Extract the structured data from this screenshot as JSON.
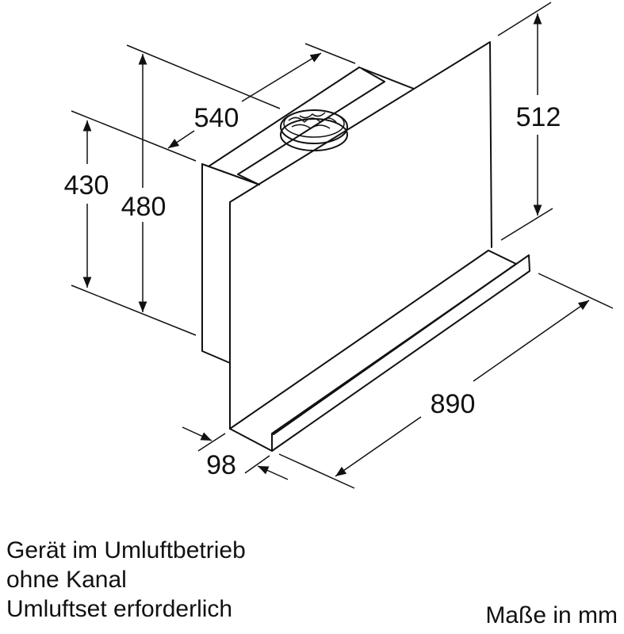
{
  "dimensions": {
    "depth_top": "540",
    "height_back": "430",
    "height_total": "480",
    "height_front": "512",
    "width": "890",
    "tray_depth": "98"
  },
  "notes": {
    "line1": "Gerät im Umluftbetrieb",
    "line2": "ohne Kanal",
    "line3": "Umluftset erforderlich"
  },
  "unit_label": "Maße in mm"
}
